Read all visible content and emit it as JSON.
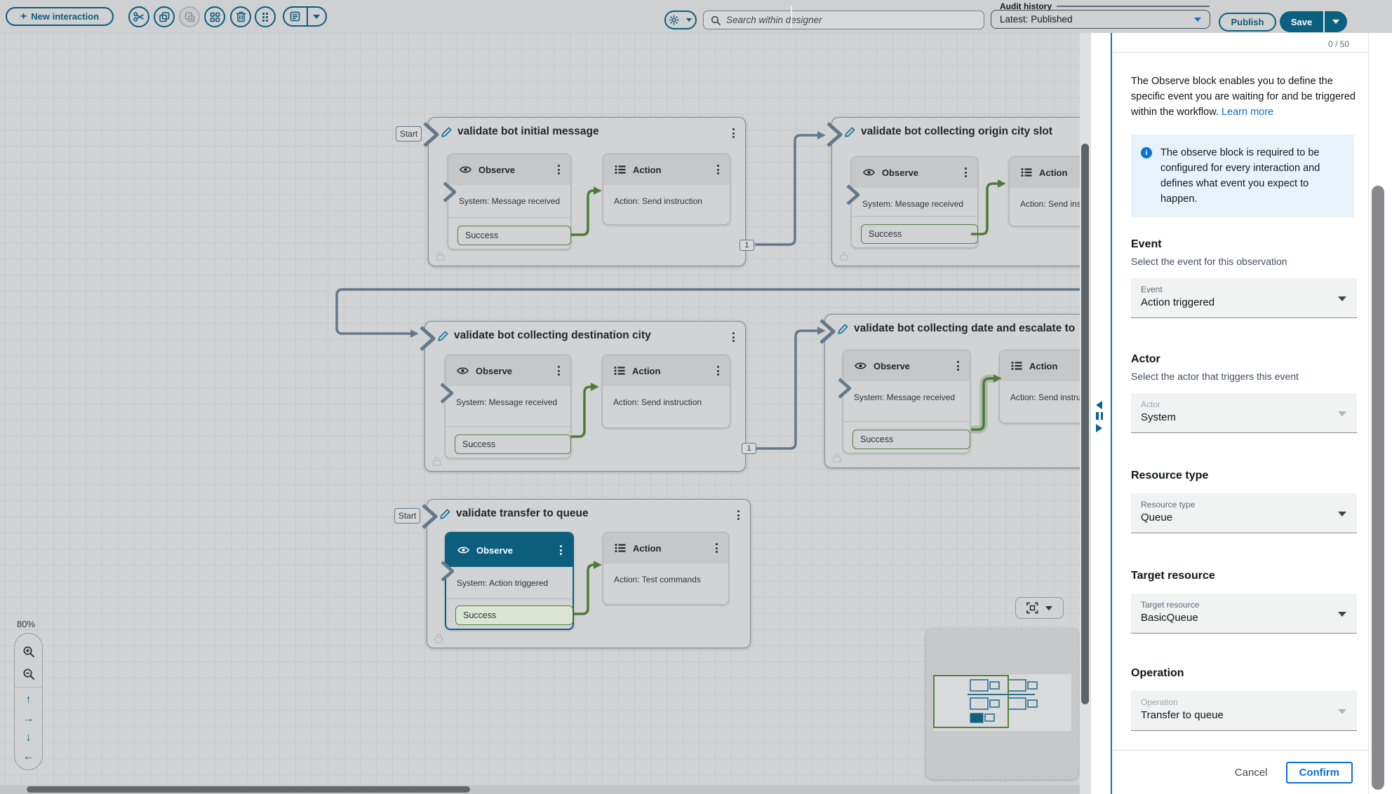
{
  "toolbar": {
    "new_interaction": "New interaction",
    "search_placeholder": "Search within designer",
    "audit_history_label": "Audit history",
    "audit_history_value": "Latest: Published",
    "publish": "Publish",
    "save": "Save"
  },
  "canvas": {
    "zoom_level": "80%",
    "start_label": "Start",
    "interactions": [
      {
        "title": "validate bot initial message",
        "start": true,
        "badge": "1",
        "observe": {
          "label": "Observe",
          "detail": "System: Message received",
          "outcome": "Success"
        },
        "action": {
          "label": "Action",
          "detail": "Action: Send instruction"
        }
      },
      {
        "title": "validate bot collecting origin city slot",
        "observe": {
          "label": "Observe",
          "detail": "System: Message received",
          "outcome": "Success"
        },
        "action": {
          "label": "Action",
          "detail": "Action: Send instruction"
        }
      },
      {
        "title": "validate bot collecting destination city",
        "badge": "1",
        "observe": {
          "label": "Observe",
          "detail": "System: Message received",
          "outcome": "Success"
        },
        "action": {
          "label": "Action",
          "detail": "Action: Send instruction"
        }
      },
      {
        "title": "validate bot collecting date and escalate to",
        "observe": {
          "label": "Observe",
          "detail": "System: Message received",
          "outcome": "Success"
        },
        "action": {
          "label": "Action",
          "detail": "Action: Send instruction"
        }
      },
      {
        "title": "validate transfer to queue",
        "start": true,
        "selected": true,
        "observe": {
          "label": "Observe",
          "detail": "System: Action triggered",
          "outcome": "Success"
        },
        "action": {
          "label": "Action",
          "detail": "Action: Test commands"
        }
      }
    ]
  },
  "panel": {
    "counter": "0 / 50",
    "description": "The Observe block enables you to define the specific event you are waiting for and be triggered within the workflow. ",
    "learn_more": "Learn more",
    "info": "The observe block is required to be configured for every interaction and defines what event you expect to happen.",
    "sections": {
      "event": {
        "heading": "Event",
        "sub": "Select the event for this observation",
        "label": "Event",
        "value": "Action triggered"
      },
      "actor": {
        "heading": "Actor",
        "sub": "Select the actor that triggers this event",
        "label": "Actor",
        "value": "System"
      },
      "resource_type": {
        "heading": "Resource type",
        "label": "Resource type",
        "value": "Queue"
      },
      "target_resource": {
        "heading": "Target resource",
        "label": "Target resource",
        "value": "BasicQueue"
      },
      "operation": {
        "heading": "Operation",
        "label": "Operation",
        "value": "Transfer to queue"
      }
    },
    "cancel": "Cancel",
    "confirm": "Confirm"
  },
  "colors": {
    "accent": "#0b5d7d",
    "blue": "#0972d3",
    "wire_green": "#4e7b3c",
    "wire_gray": "#64788a"
  }
}
